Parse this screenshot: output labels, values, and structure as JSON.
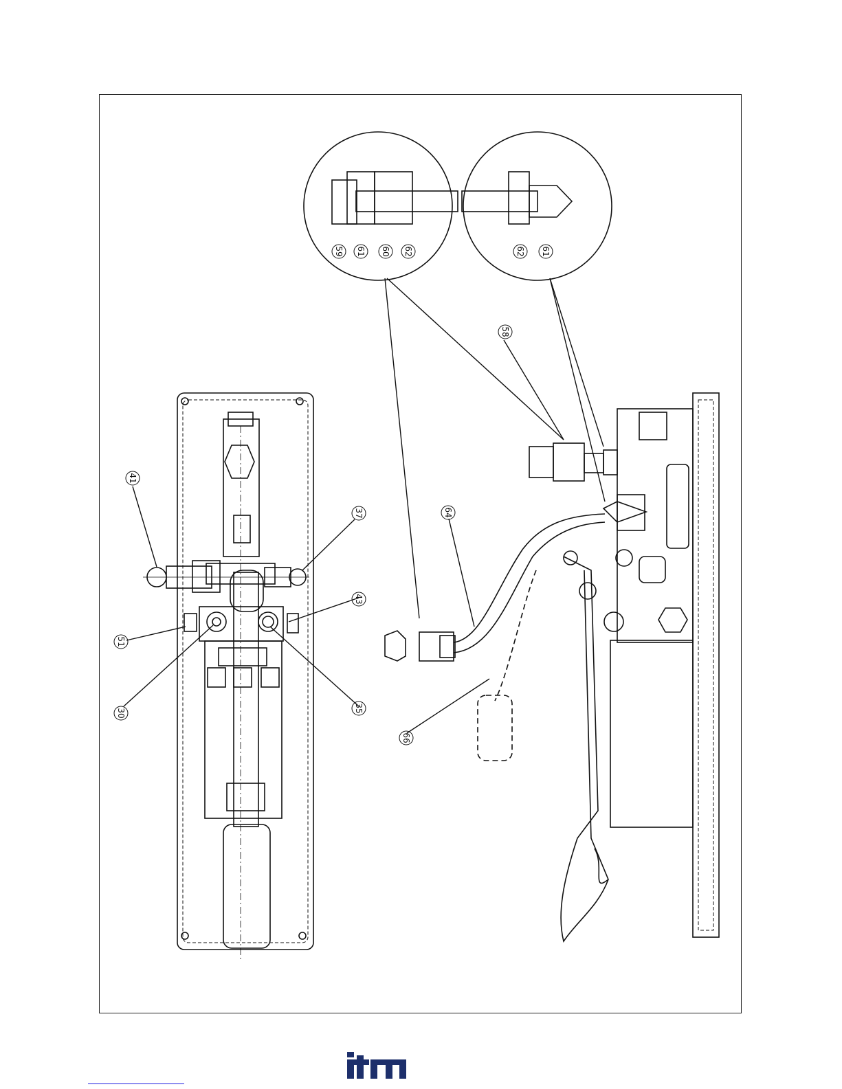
{
  "callouts": {
    "c41": "41",
    "c37": "37",
    "c43": "43",
    "c51": "51",
    "c30": "30",
    "c35": "35",
    "c64": "64",
    "c66": "66",
    "c58": "58",
    "c59": "59",
    "c61a": "61",
    "c60": "60",
    "c62a": "62",
    "c62b": "62",
    "c61b": "61"
  },
  "footer": {
    "logo_text": "itm",
    "logo_color": "#1d2f6b",
    "rule_color": "#1a1ae0"
  }
}
